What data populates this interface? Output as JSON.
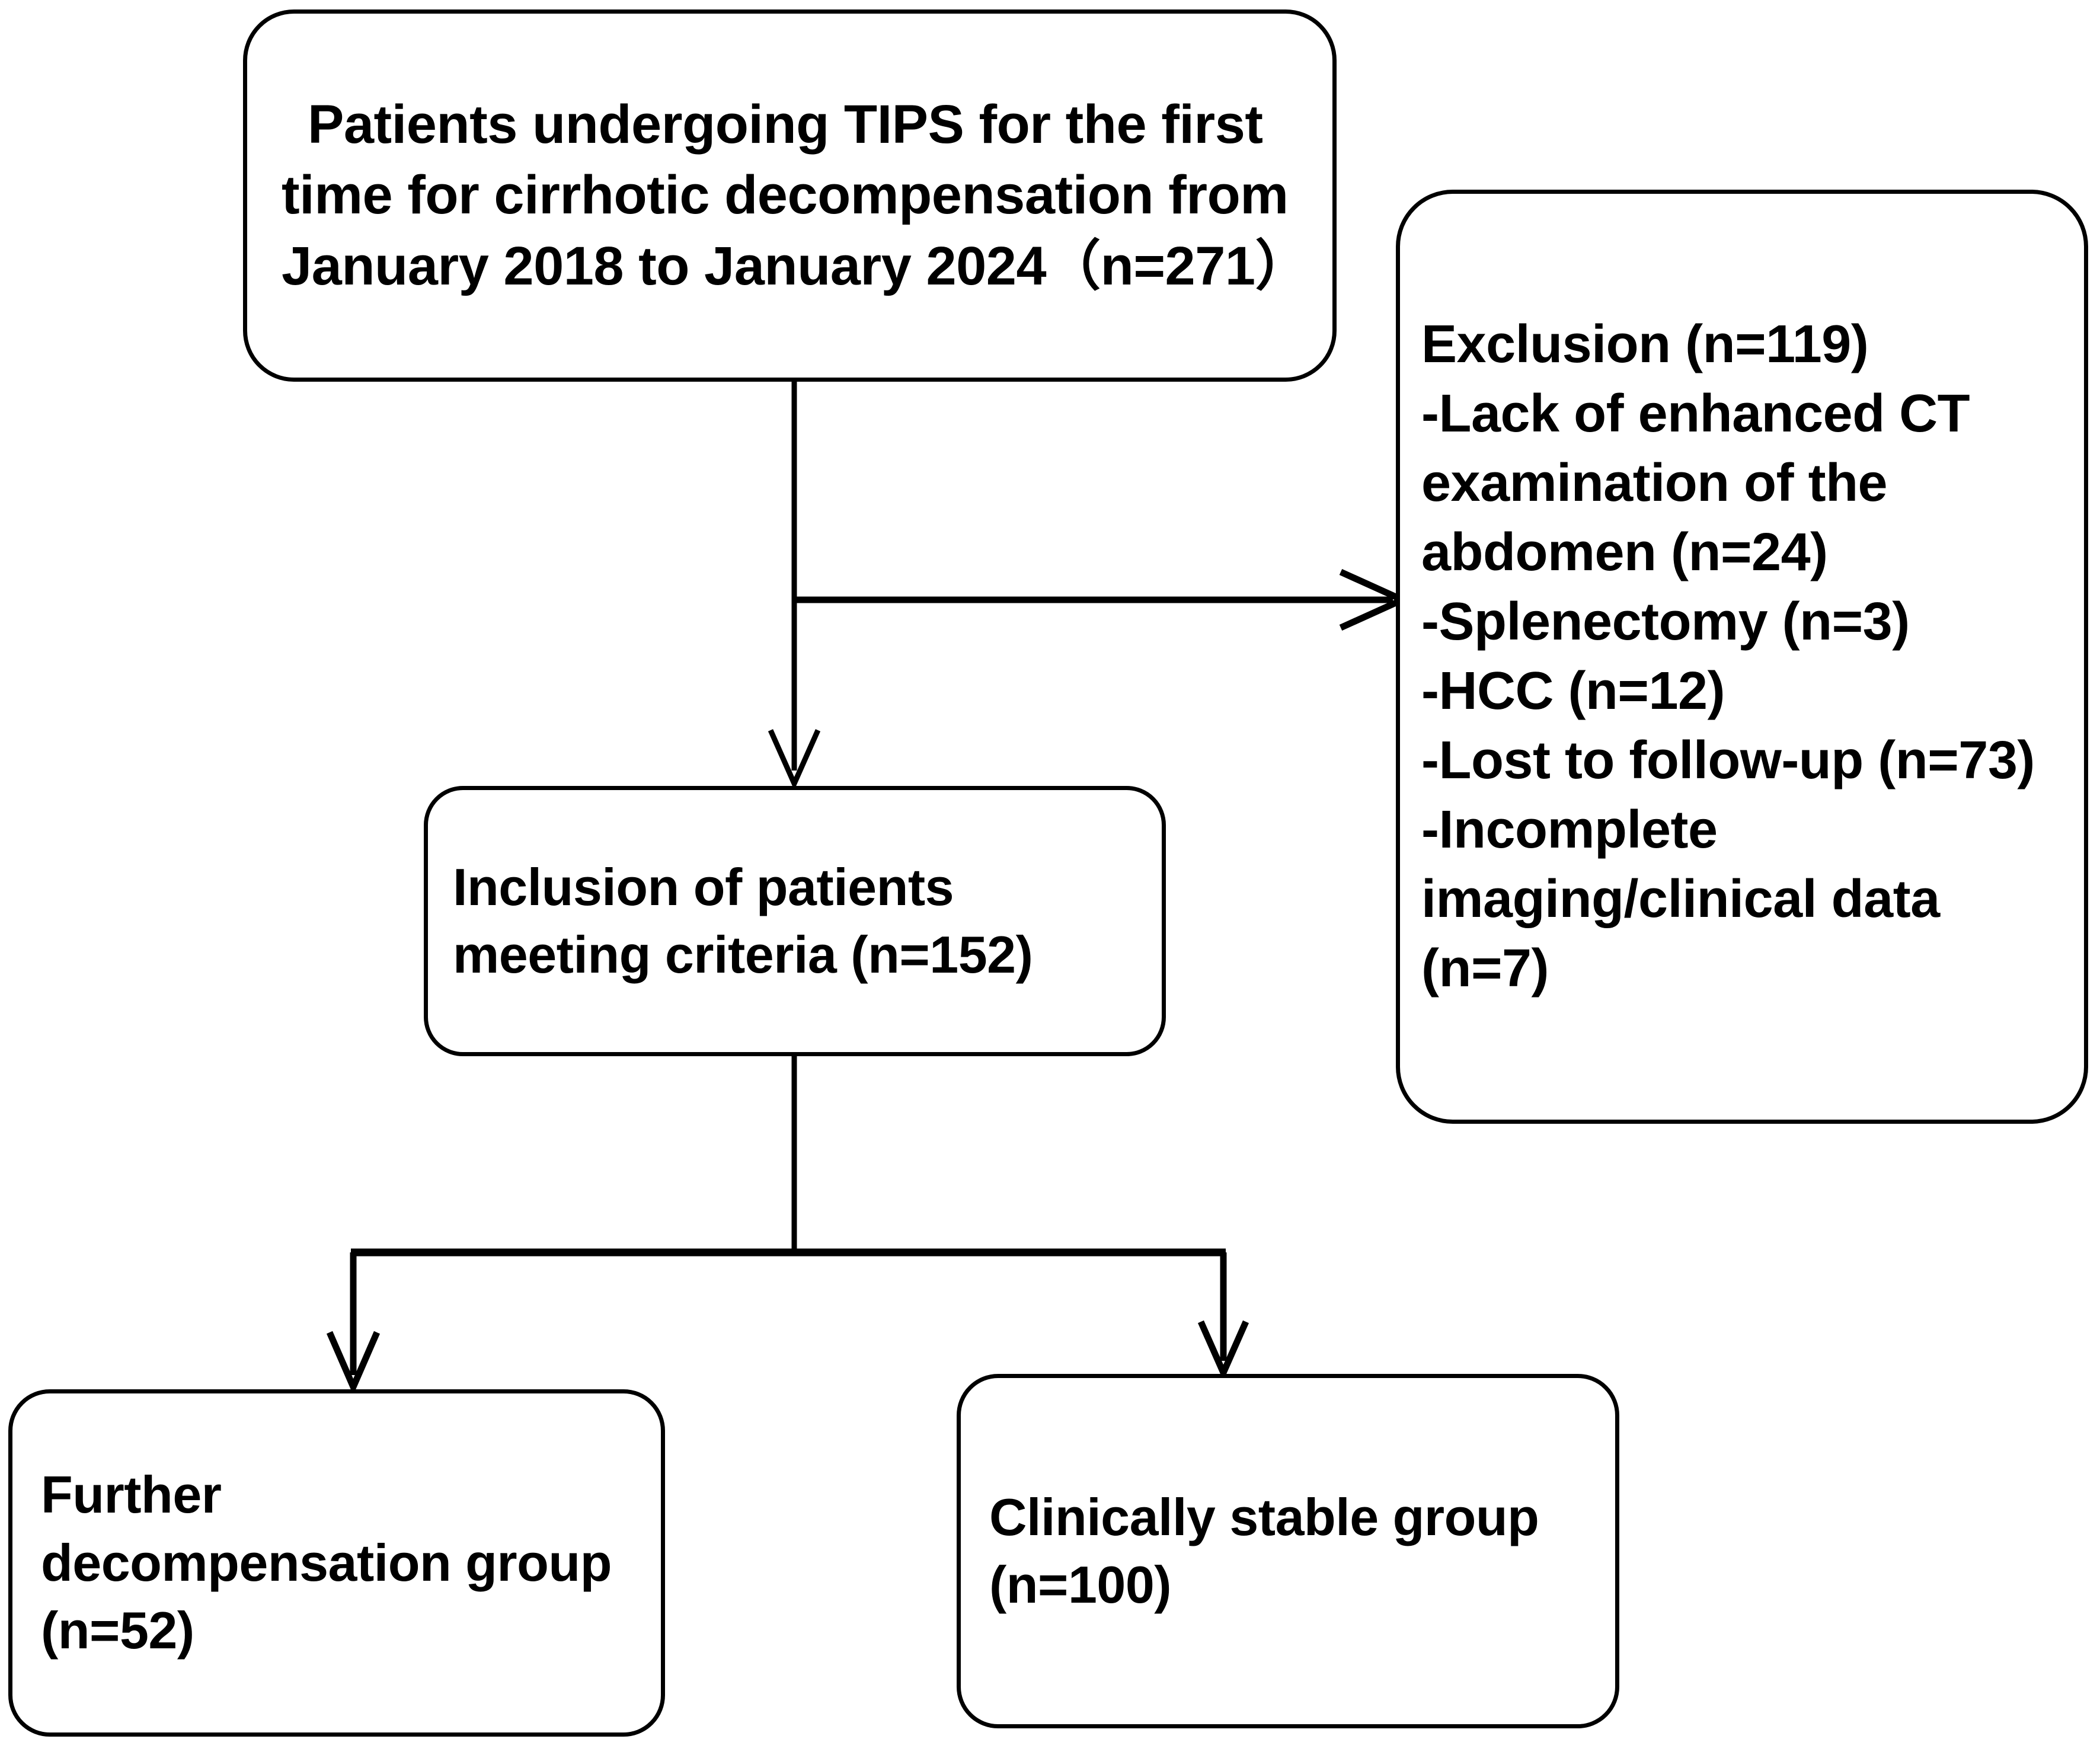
{
  "diagram": {
    "type": "flowchart",
    "title": "Patient selection flow diagram",
    "orientation": "top-down",
    "line_color": "#000000",
    "box_fill": "#ffffff",
    "text_color": "#000000",
    "nodes": {
      "source": {
        "label": "Patients undergoing TIPS for the first time for cirrhotic decompensation from January 2018 to January 2024（n=271）",
        "count": 271
      },
      "exclusion": {
        "label": "Exclusion (n=119)\n-Lack of enhanced CT examination of the abdomen (n=24)\n-Splenectomy (n=3)\n-HCC (n=12)\n-Lost to follow-up (n=73)\n-Incomplete imaging/clinical data (n=7)",
        "count": 119,
        "reasons": [
          {
            "reason": "Lack of enhanced CT examination of the abdomen",
            "n": 24
          },
          {
            "reason": "Splenectomy",
            "n": 3
          },
          {
            "reason": "HCC",
            "n": 12
          },
          {
            "reason": "Lost to follow-up",
            "n": 73
          },
          {
            "reason": "Incomplete imaging/clinical data",
            "n": 7
          }
        ]
      },
      "inclusion": {
        "label": "Inclusion of patients meeting criteria (n=152)",
        "count": 152
      },
      "further_decompensation": {
        "label": "Further decompensation group (n=52)",
        "count": 52
      },
      "clinically_stable": {
        "label": "Clinically stable group (n=100)",
        "count": 100
      }
    },
    "edges": [
      {
        "from": "source",
        "to": "inclusion",
        "style": "arrow-down"
      },
      {
        "from": "source",
        "to": "exclusion",
        "style": "arrow-right"
      },
      {
        "from": "inclusion",
        "to": "further_decompensation",
        "style": "arrow-down-left"
      },
      {
        "from": "inclusion",
        "to": "clinically_stable",
        "style": "arrow-down-right"
      }
    ]
  }
}
